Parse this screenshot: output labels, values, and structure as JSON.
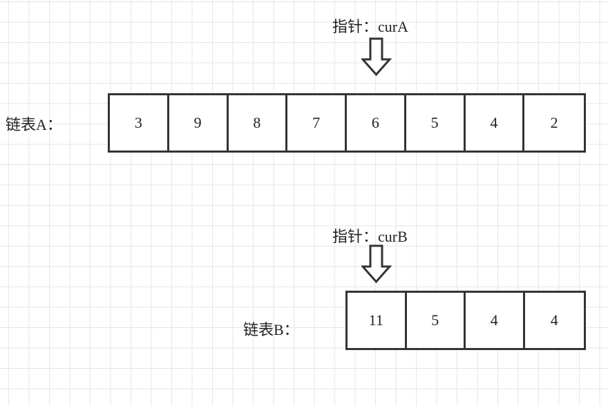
{
  "pointer_a": {
    "label": "指针：curA"
  },
  "pointer_b": {
    "label": "指针：curB"
  },
  "list_a": {
    "label": "链表A：",
    "values": [
      "3",
      "9",
      "8",
      "7",
      "6",
      "5",
      "4",
      "2"
    ]
  },
  "list_b": {
    "label": "链表B：",
    "values": [
      "11",
      "5",
      "4",
      "4"
    ]
  },
  "icons": {
    "pointer_arrow": "hollow-down-arrow"
  },
  "colors": {
    "stroke": "#333333",
    "grid": "#e6e6e6"
  }
}
